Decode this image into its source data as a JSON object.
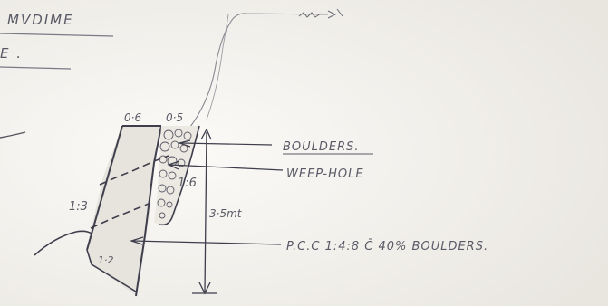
{
  "header": {
    "line1": "MVDIME",
    "line2": "E ."
  },
  "dimensions": {
    "top_left": "0·6",
    "top_right": "0·5",
    "front_slope": "1:3",
    "back_slope": "1:6",
    "base": "1·2",
    "height": "3·5mt"
  },
  "labels": {
    "boulders": "BOULDERS.",
    "weep_hole": "WEEP-HOLE",
    "pcc": "P.C.C  1:4:8 C̄ 40% BOULDERS."
  },
  "colors": {
    "paper": "#f4f2ee",
    "ink": "#4f4f5e",
    "pencil": "#8a8a92"
  }
}
